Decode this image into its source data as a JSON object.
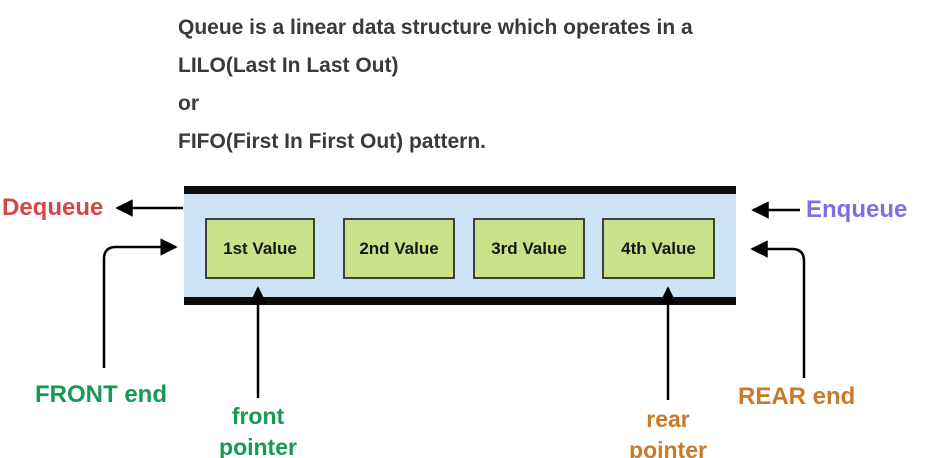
{
  "description": {
    "lines": [
      "Queue is a linear data structure which operates in a",
      "LILO(Last In Last Out)",
      "or",
      "FIFO(First In First Out) pattern."
    ]
  },
  "queue": {
    "cells": [
      {
        "label": "1st Value"
      },
      {
        "label": "2nd Value"
      },
      {
        "label": "3rd Value"
      },
      {
        "label": "4th Value"
      }
    ]
  },
  "labels": {
    "dequeue": "Dequeue",
    "enqueue": "Enqueue",
    "front_end": "FRONT end",
    "rear_end": "REAR end",
    "front_pointer_line1": "front",
    "front_pointer_line2": "pointer",
    "rear_pointer_line1": "rear",
    "rear_pointer_line2": "pointer"
  },
  "colors": {
    "dequeue_text": "#d94545",
    "enqueue_text": "#7b70e0",
    "front_text": "#149a52",
    "rear_text": "#c87a28",
    "queue_background": "#cfe3f7",
    "queue_bars": "#0d0d0d",
    "cell_background": "#c9e189",
    "cell_border": "#404040",
    "description_text": "#3a3a3a",
    "arrow": "#000000"
  }
}
